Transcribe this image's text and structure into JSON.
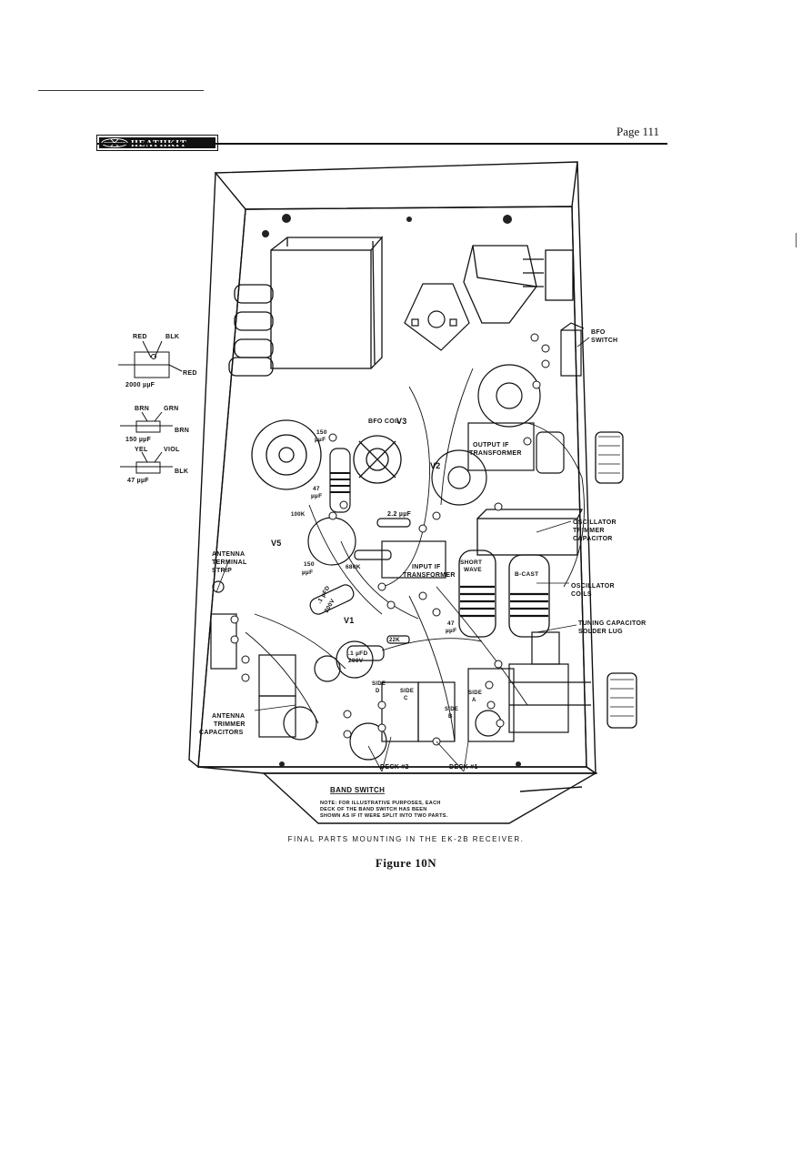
{
  "header": {
    "brand": "HEATHKIT",
    "page_label": "Page 111"
  },
  "legend": {
    "cap1": {
      "lead_a": "RED",
      "lead_b": "BLK",
      "lead_c": "RED",
      "value": "2000 µµF"
    },
    "cap2": {
      "lead_a": "BRN",
      "lead_b": "GRN",
      "lead_c": "BRN",
      "value": "150 µµF"
    },
    "cap3": {
      "lead_a": "YEL",
      "lead_b": "VIOL",
      "lead_c": "BLK",
      "value": "47 µµF"
    }
  },
  "callouts": {
    "bfo_switch_1": "BFO",
    "bfo_switch_2": "SWITCH",
    "bfo_coil": "BFO COIL",
    "output_if_1": "OUTPUT IF",
    "output_if_2": "TRANSFORMER",
    "osc_trim_1": "OSCILLATOR",
    "osc_trim_2": "TRIMMER",
    "osc_trim_3": "CAPACITOR",
    "osc_coils_1": "OSCILLATOR",
    "osc_coils_2": "COILS",
    "tuning_1": "TUNING CAPACITOR",
    "tuning_2": "SOLDER LUG",
    "ant_strip_1": "ANTENNA",
    "ant_strip_2": "TERMINAL",
    "ant_strip_3": "STRIP",
    "ant_trim_1": "ANTENNA",
    "ant_trim_2": "TRIMMER",
    "ant_trim_3": "CAPACITORS",
    "input_if_1": "INPUT IF",
    "input_if_2": "TRANSFORMER",
    "deck2": "DECK #2",
    "deck1": "DECK #1",
    "band_switch": "BAND SWITCH",
    "note_1": "NOTE: FOR ILLUSTRATIVE PURPOSES, EACH",
    "note_2": "DECK OF THE BAND SWITCH HAS BEEN",
    "note_3": "SHOWN AS IF IT WERE SPLIT INTO TWO PARTS.",
    "short_wave_1": "SHORT",
    "short_wave_2": "WAVE",
    "bcast": "B-CAST"
  },
  "component_labels": {
    "v1": "V1",
    "v2": "V2",
    "v3": "V3",
    "v5": "V5",
    "c150_1": "150",
    "c150_2": "µµF",
    "c47_1": "47",
    "c47_2": "µµF",
    "r100k": "100K",
    "c22": "2.2 µµF",
    "r680k": "680K",
    "c150b_1": "150",
    "c150b_2": "µµF",
    "c1ufd_1": ".1 µFD",
    "c1ufd_2": "200V",
    "c1ufd2_1": ".1 µFD",
    "c1ufd2_2": "200V",
    "r22k": "22K",
    "c47b_1": "47",
    "c47b_2": "µµF",
    "side_d_1": "SIDE",
    "side_d_2": "D",
    "side_c_1": "SIDE",
    "side_c_2": "C",
    "side_b_1": "SIDE",
    "side_b_2": "B",
    "side_a_1": "SIDE",
    "side_a_2": "A"
  },
  "caption": "FINAL PARTS MOUNTING IN THE EK-2B RECEIVER.",
  "figure_label": "Figure 10N"
}
